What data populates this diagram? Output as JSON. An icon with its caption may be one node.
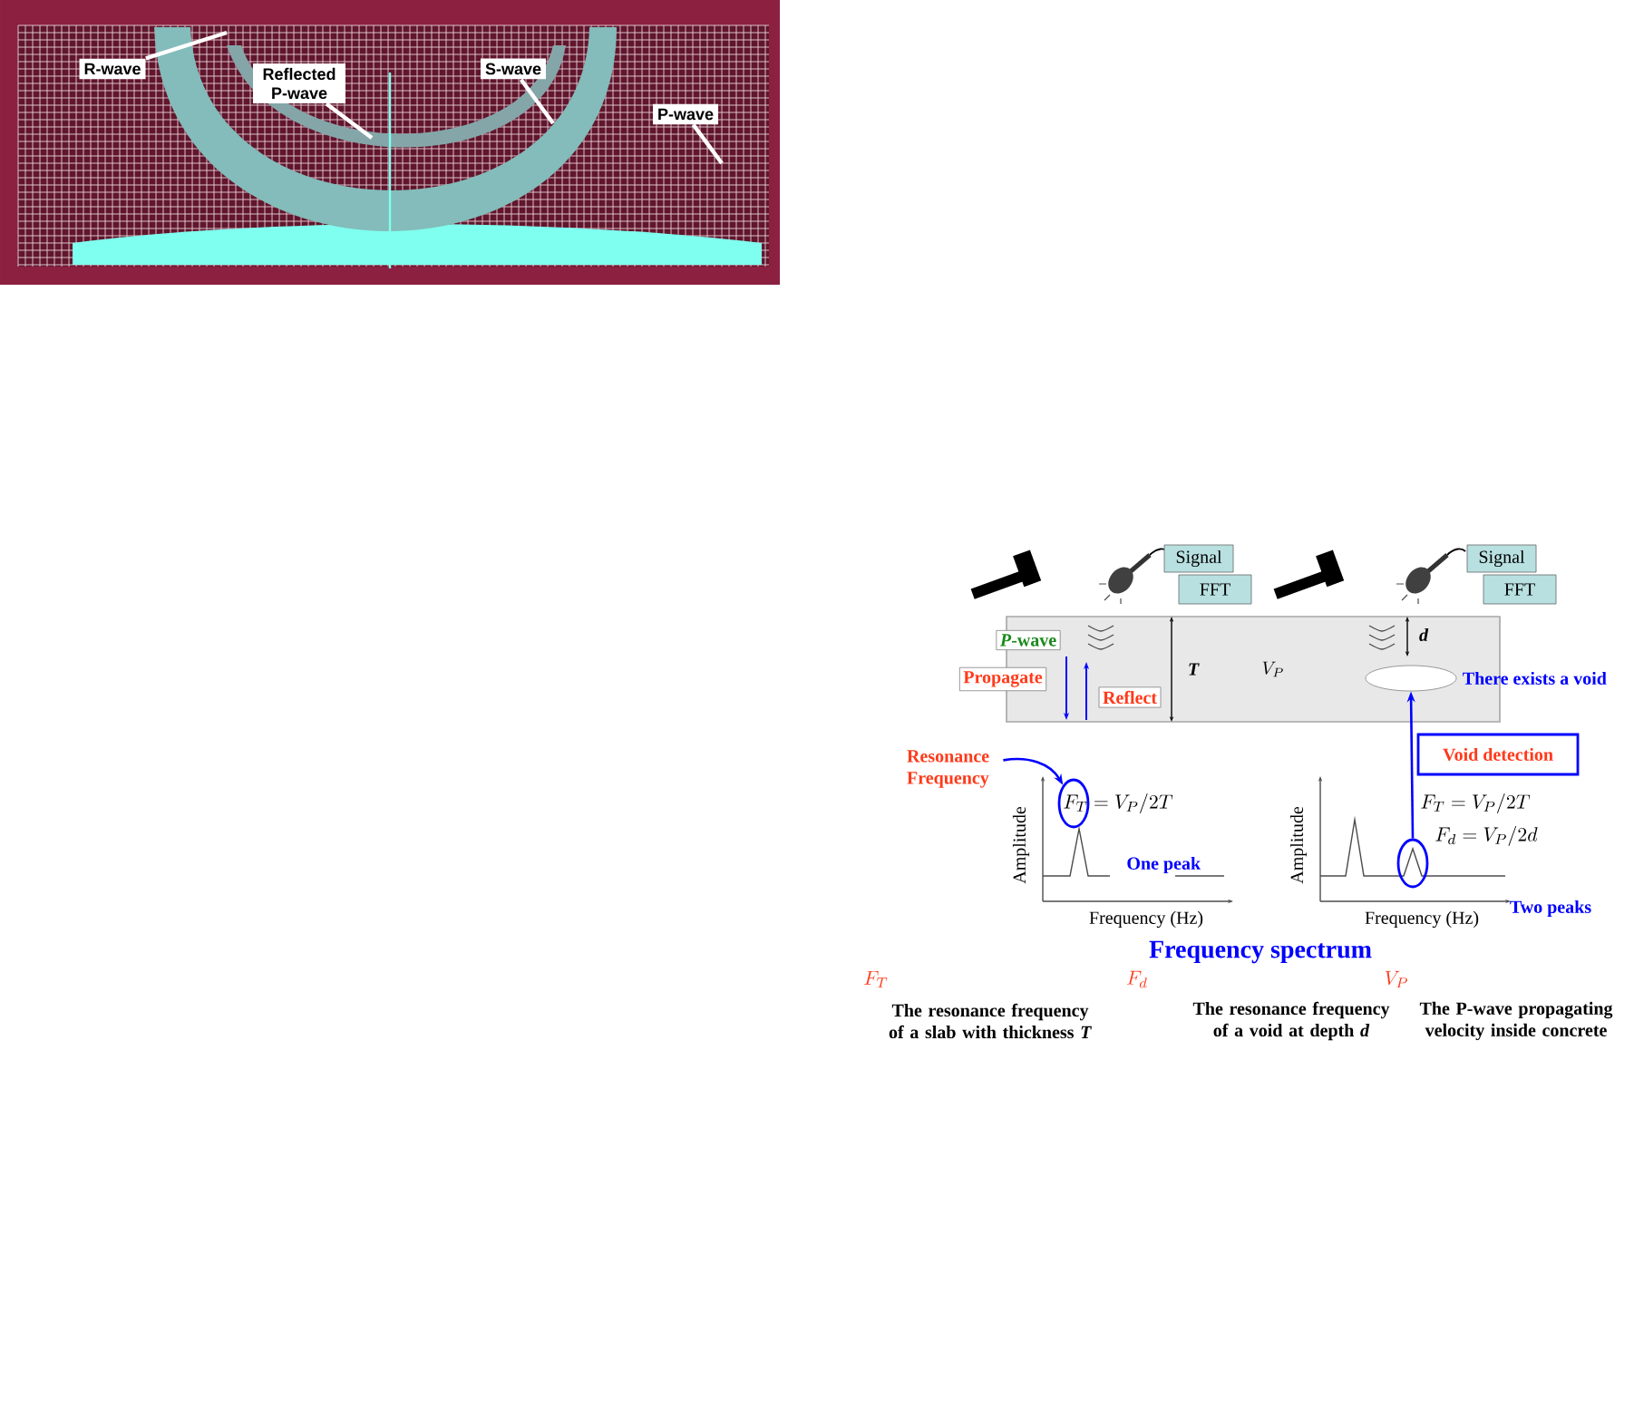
{
  "diagram": {
    "nodes": [
      {
        "text": [
          "R-wave"
        ]
      },
      {
        "text": [
          "Reflected P-wave"
        ]
      },
      {
        "text": [
          "S-wave"
        ]
      },
      {
        "text": [
          "P-wave"
        ]
      },
      {
        "text": [
          "Signal"
        ]
      },
      {
        "text": [
          "FFT"
        ]
      },
      {
        "text": [
          "Signal"
        ]
      },
      {
        "text": [
          "FFT"
        ]
      },
      {
        "text": [
          "*P*-wave"
        ]
      },
      {
        "text": [
          "Propagate"
        ]
      },
      {
        "text": [
          "Reflect"
        ]
      },
      {
        "text": [],
        "shape": "ellipse",
        "beside": [
          "There exists a void"
        ]
      },
      {
        "text": [
          "Resonance Frequency"
        ]
      },
      {
        "text": [],
        "shape": "circle"
      },
      {
        "text": [
          "Void detection"
        ]
      },
      {
        "text": [],
        "shape": "circle"
      }
    ],
    "edges": [
      {
        "from": 0,
        "to": null,
        "arrow": "none"
      },
      {
        "from": 1,
        "to": null,
        "arrow": "none"
      },
      {
        "from": 2,
        "to": null,
        "arrow": "none"
      },
      {
        "from": 3,
        "to": null,
        "arrow": "none"
      },
      {
        "from": 12,
        "to": 13,
        "arrow": "to",
        "color": "#0000ff"
      },
      {
        "from": 15,
        "to": 11,
        "arrow": "to",
        "color": "#0000ff"
      }
    ],
    "labels": [
      "T",
      "V_P",
      "d",
      "F_T = V_P / 2T",
      "One peak",
      "Amplitude",
      "Frequency (Hz)",
      "F_T = V_P / 2T",
      "F_d = V_P / 2d",
      "Amplitude",
      "Frequency (Hz)",
      "Two peaks",
      "Frequency spectrum",
      "F_T",
      "F_d",
      "V_P",
      "The resonance frequency of a slab with thickness *T*",
      "The resonance frequency of a void at depth *d*",
      "The P-wave propagating velocity inside concrete"
    ]
  }
}
